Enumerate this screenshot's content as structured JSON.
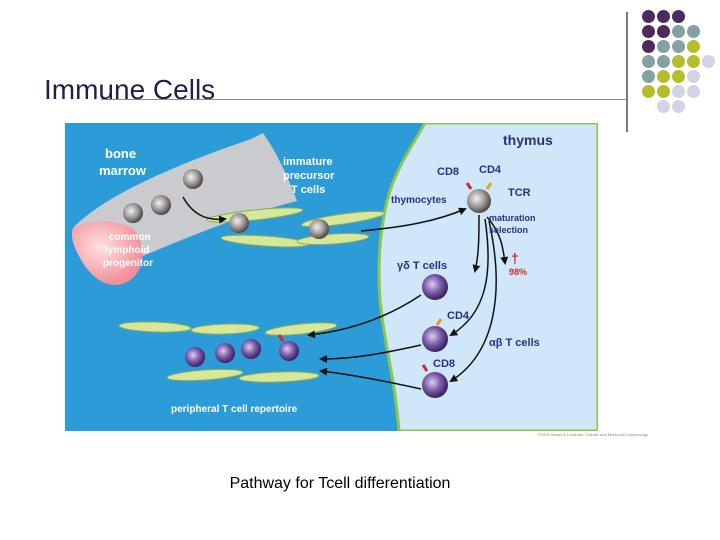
{
  "slide": {
    "title": "Immune Cells",
    "caption": "Pathway for Tcell differentiation"
  },
  "diagram": {
    "labels": {
      "thymus": "thymus",
      "bone_marrow_1": "bone",
      "bone_marrow_2": "marrow",
      "immature_1": "immature",
      "immature_2": "precursor",
      "immature_3": "T cells",
      "clp_1": "common",
      "clp_2": "lymphoid",
      "clp_3": "progenitor",
      "thymocytes": "thymocytes",
      "cd8_top": "CD8",
      "cd4_top": "CD4",
      "tcr": "TCR",
      "maturation_1": "maturation",
      "maturation_2": "selection",
      "gd_t_cells": "γδ T cells",
      "dagger": "†",
      "death_percent": "98%",
      "cd4_mid": "CD4",
      "ab_t_cells": "αβ T cells",
      "cd8_bottom": "CD8",
      "repertoire": "peripheral T cell repertoire",
      "credit": "©2000 Abbas & Lichtman, Cellular and Molecular Immunology"
    }
  },
  "colors": {
    "background_blue": "#2c9cd8",
    "thymus_light": "#cfe7f8",
    "bone_gray": "#c9cbcf",
    "clp_pink": "#f6a0a8",
    "label_blue": "#2a2f86",
    "death_red": "#d4262d",
    "title_purple": "#2a1a4a",
    "dot_purple": "#4b2a5e",
    "dot_teal": "#86a1a4",
    "dot_olive": "#b5bd2a",
    "dot_lavender": "#d3d2e6"
  }
}
